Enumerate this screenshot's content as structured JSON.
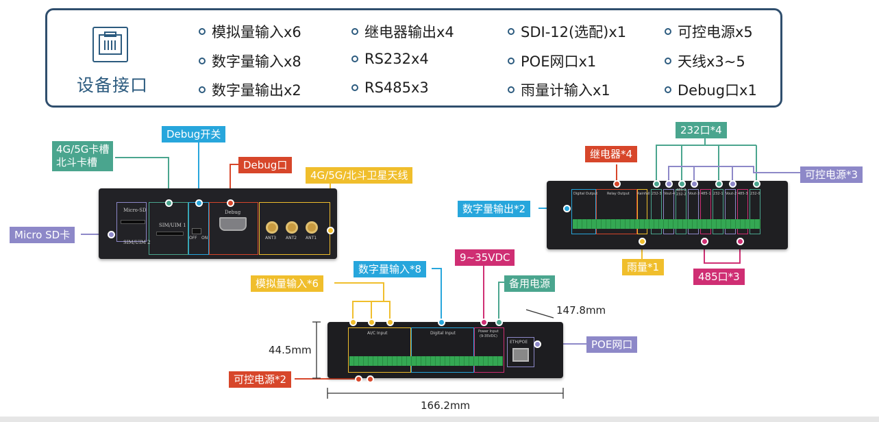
{
  "panel": {
    "title": "设备接口",
    "specs": [
      [
        "模拟量输入x6",
        "继电器输出x4",
        "SDI-12(选配)x1",
        "可控电源x5"
      ],
      [
        "数字量输入x8",
        "RS232x4",
        "POE网口x1",
        "天线x3~5"
      ],
      [
        "数字量输出x2",
        "RS485x3",
        "雨量计输入x1",
        "Debug口x1"
      ]
    ]
  },
  "front_device": {
    "slot_labels": [
      "Micro-SD",
      "SIM/UIM 1",
      "SIM/UIM 2",
      "Debug",
      "OFF",
      "ON",
      "ANT1",
      "ANT2",
      "ANT3"
    ],
    "callouts": {
      "microsd": "Micro SD卡",
      "sim": "4G/5G卡槽\n北斗卡槽",
      "sim_line1": "4G/5G卡槽",
      "sim_line2": "北斗卡槽",
      "debug_switch": "Debug开关",
      "debug_port": "Debug口",
      "antenna": "4G/5G/北斗卫星天线"
    }
  },
  "right_device": {
    "group_labels": [
      "Digital Output",
      "Relay Output",
      "Rainfall",
      "232-3",
      "Vout-4",
      "485-2",
      "232-2",
      "Vout-3",
      "485-1",
      "232-1",
      "Vout-2",
      "485-3",
      "232-0"
    ],
    "callouts": {
      "relay": "继电器*4",
      "rs232": "232口*4",
      "ctrl_power": "可控电源*3",
      "digital_out": "数字量输出*2",
      "rain": "雨量*1",
      "rs485": "485口*3"
    }
  },
  "bottom_device": {
    "group_labels": [
      "AI/C Input",
      "Digital Input",
      "Power Input",
      "(9-35VDC)",
      "ETH/POE"
    ],
    "callouts": {
      "analog": "模拟量输入*6",
      "digital_in": "数字量输入*8",
      "voltage": "9~35VDC",
      "backup_power": "备用电源",
      "poe": "POE网口",
      "ctrl_power2": "可控电源*2"
    },
    "dimensions": {
      "depth": "147.8mm",
      "height": "44.5mm",
      "width": "166.2mm"
    }
  },
  "colors": {
    "teal": "#4aa58e",
    "blue": "#27a6dc",
    "red": "#d7462a",
    "yellow": "#f0be2c",
    "purple": "#8d88c8",
    "magenta": "#cf2e73",
    "navy": "#2b5a7e"
  }
}
